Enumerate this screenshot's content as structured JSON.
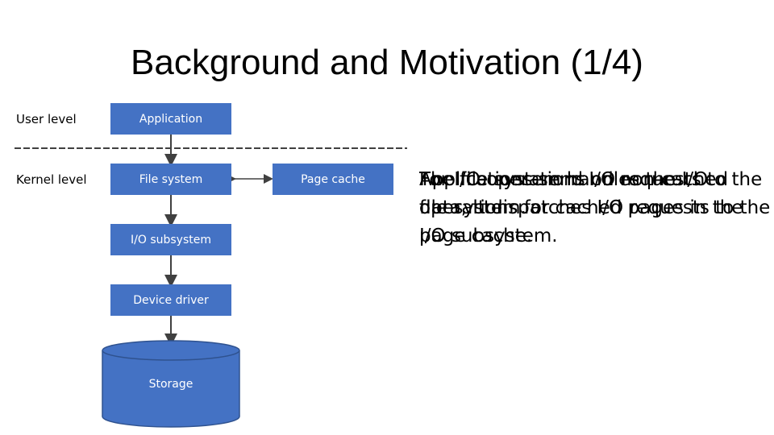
{
  "slide": {
    "title": "Background and Motivation (1/4)"
  },
  "levels": {
    "user": "User level",
    "kernel": "Kernel  level"
  },
  "boxes": {
    "application": "Application",
    "file_system": "File system",
    "page_cache": "Page cache",
    "io_subsystem": "I/O subsystem",
    "device_driver": "Device driver",
    "storage": "Storage"
  },
  "description": {
    "layer_1": "Applications send I/O requests to the file system.",
    "layer_2": "The file system handles the I/O operations for cached pages in the page cache.",
    "layer_3": "For I/O operations on non-cached data, it dispatches I/O requests to the I/O subsystem."
  },
  "colors": {
    "box_fill": "#4472c4",
    "box_text": "#ffffff",
    "line": "#404040"
  }
}
